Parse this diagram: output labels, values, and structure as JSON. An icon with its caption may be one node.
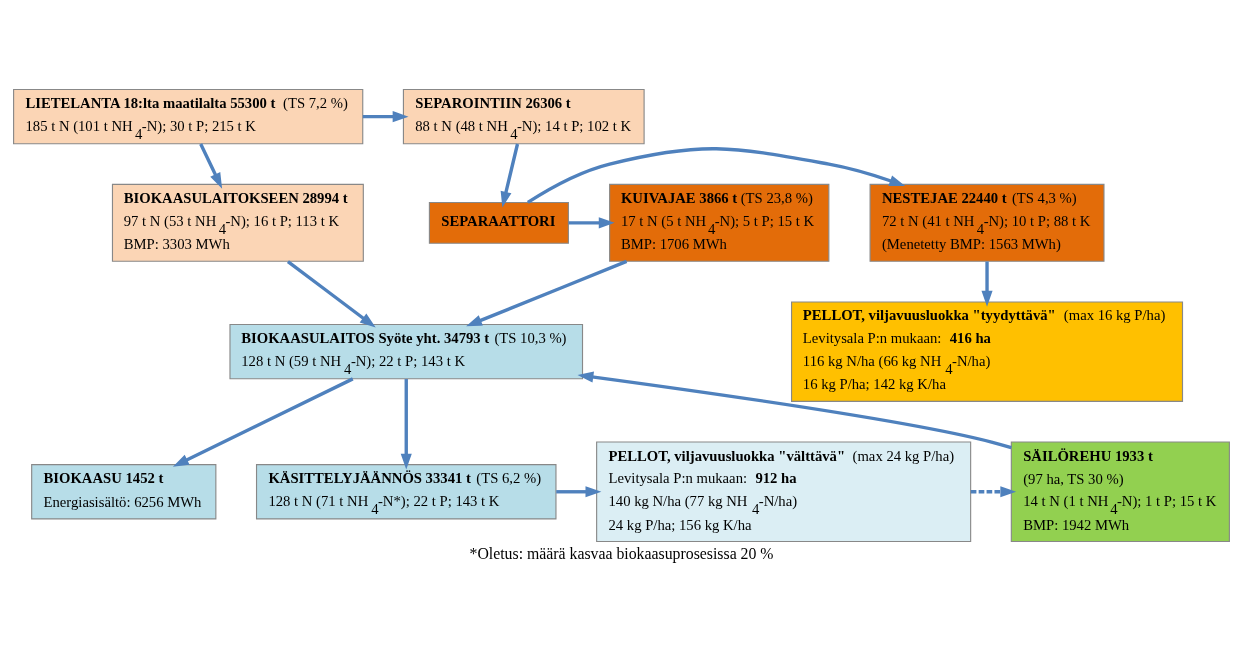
{
  "diagram": {
    "caption": "*Oletus: määrä kasvaa biokaasuprosesissa 20 %",
    "nodes": [
      {
        "text": [
          "**LIETELANTA 18:lta maatilalta 55300 t** (TS 7,2 %)",
          "185 t N (101 t NH$_{4}$-N); 30 t P; 215 t K"
        ]
      },
      {
        "text": [
          "**SEPAROINTIIN 26306 t**",
          "88 t N (48 t NH$_{4}$-N); 14 t P; 102 t K"
        ]
      },
      {
        "text": [
          "SEPARAATTORI"
        ]
      },
      {
        "text": [
          "**KUIVAJAE 3866 t** (TS 23,8 %)",
          "17 t N (5 t NH$_{4}$-N); 5 t P; 15 t K",
          "BMP: 1706 MWh"
        ]
      },
      {
        "text": [
          "**NESTEJAE 22440 t** (TS 4,3 %)",
          "72 t N (41 t NH$_{4}$-N); 10 t P; 88 t K",
          "(Menetetty BMP: 1563 MWh)"
        ]
      },
      {
        "text": [
          "**BIOKAASU 1452 t**",
          "Energiasisältö: 6256 MWh"
        ]
      },
      {
        "text": [
          "**PELLOT, viljavuusluokka \"tyydyttävä\"** (max 16 kg P/ha)",
          "Levitysala P:n mukaan: **416 ha**",
          "116 kg N/ha (66 kg NH$_{4}$-N/ha)",
          "16 kg P/ha; 142 kg K/ha"
        ]
      },
      {
        "text": [
          "**BIOKAASULAITOKSEEN 28994 t**",
          "97 t N (53 t NH$_{4}$-N); 16 t P; 113 t K",
          "BMP: 3303 MWh"
        ]
      },
      {
        "text": [
          "**BIOKAASULAITOS Syöte yht. 34793 t** (TS 10,3 %)",
          "128 t N (59 t NH$_{4}$-N); 22 t P; 143 t K"
        ]
      },
      {
        "text": [
          "**SÄILÖREHU 1933 t**",
          "(97 ha, TS 30 %)",
          "14 t N (1 t NH$_{4}$-N); 1 t P; 15 t K",
          "BMP: 1942 MWh"
        ]
      },
      {
        "text": [
          "**KÄSITTELYJÄÄNNÖS 33341 t** (TS 6,2 %)",
          "128 t N (71 t NH$_{4}$-N*); 22 t P; 143 t K"
        ]
      },
      {
        "text": [
          "**PELLOT, viljavuusluokka \"välttävä\"** (max 24 kg P/ha)",
          "Levitysala P:n mukaan: **912 ha**",
          "140 kg N/ha (77 kg NH$_{4}$-N/ha)",
          "24 kg P/ha; 156 kg K/ha"
        ]
      }
    ],
    "edges": [
      {
        "from": 0,
        "to": 1,
        "arrow": "to"
      },
      {
        "from": 1,
        "to": 2,
        "arrow": "to"
      },
      {
        "from": 2,
        "to": 3,
        "arrow": "to"
      },
      {
        "from": 2,
        "to": 4,
        "arrow": "to"
      },
      {
        "from": 0,
        "to": 7,
        "arrow": "to"
      },
      {
        "from": 3,
        "to": 8,
        "arrow": "to"
      },
      {
        "from": 7,
        "to": 8,
        "arrow": "to"
      },
      {
        "from": 9,
        "to": 8,
        "arrow": "to"
      },
      {
        "from": 8,
        "to": 5,
        "arrow": "to"
      },
      {
        "from": 8,
        "to": 10,
        "arrow": "to"
      },
      {
        "from": 4,
        "to": 6,
        "arrow": "to"
      },
      {
        "from": 10,
        "to": 11,
        "arrow": "to"
      },
      {
        "from": 11,
        "to": 9,
        "arrow": "to",
        "style": "dashed"
      }
    ]
  }
}
